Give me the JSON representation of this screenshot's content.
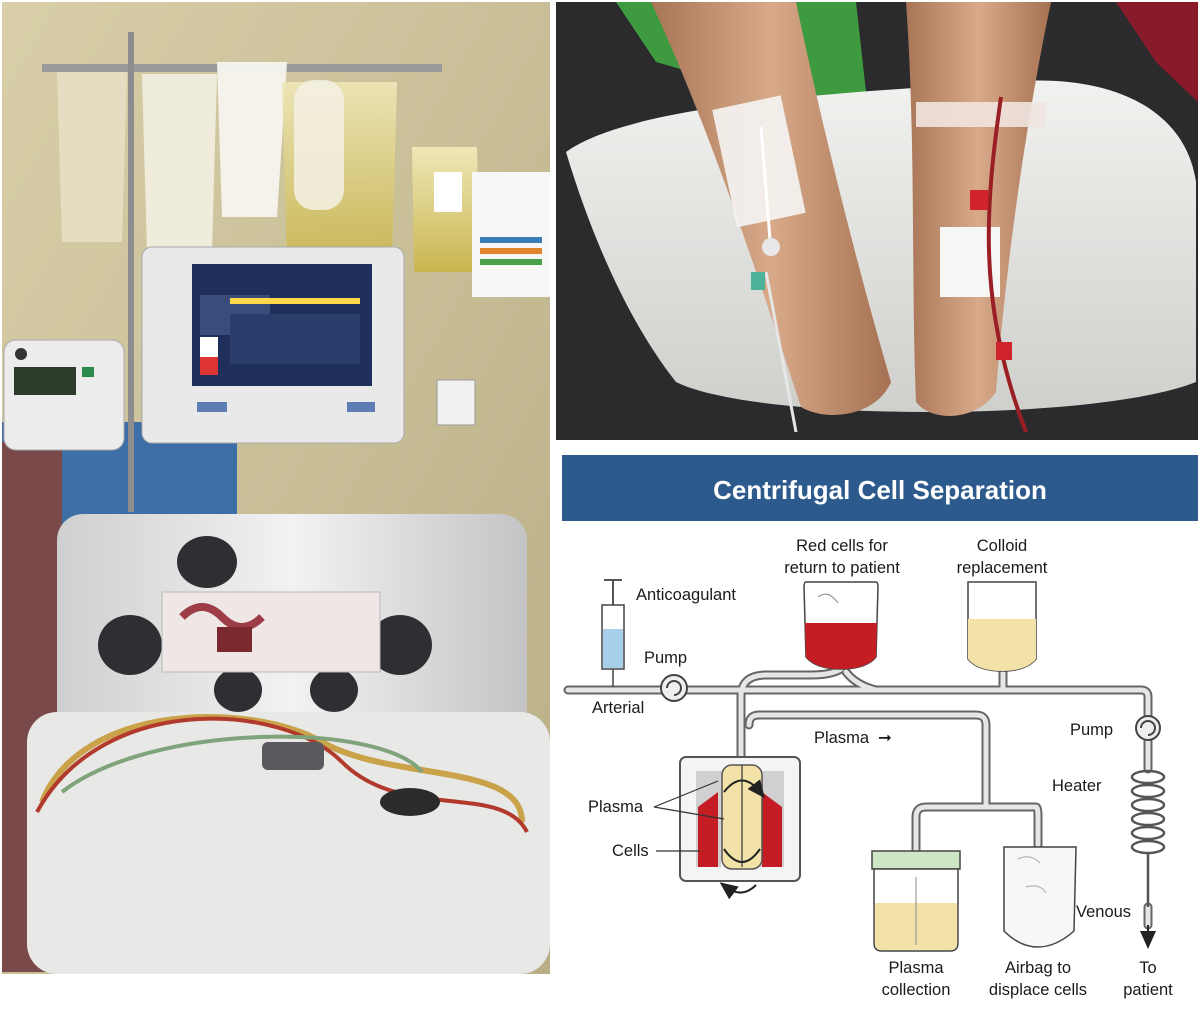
{
  "diagram": {
    "title": "Centrifugal Cell Separation",
    "colors": {
      "banner": "#2c5a8c",
      "tube": "#d9d9d9",
      "blood": "#c41e24",
      "colloid": "#f2e2a8",
      "anticoagulant": "#a9d0ea",
      "collection_cap": "#cfe6c4"
    },
    "labels": {
      "anticoagulant": "Anticoagulant",
      "pump_left": "Pump",
      "arterial": "Arterial",
      "red_cells_1": "Red cells for",
      "red_cells_2": "return to patient",
      "colloid_1": "Colloid",
      "colloid_2": "replacement",
      "plasma_flow": "Plasma",
      "plasma_flow_arrow": "➞",
      "pump_right": "Pump",
      "heater": "Heater",
      "plasma_centrifuge": "Plasma",
      "cells_centrifuge": "Cells",
      "venous": "Venous",
      "plasma_collection_1": "Plasma",
      "plasma_collection_2": "collection",
      "airbag_1": "Airbag to",
      "airbag_2": "displace cells",
      "to_patient_1": "To",
      "to_patient_2": "patient"
    }
  }
}
